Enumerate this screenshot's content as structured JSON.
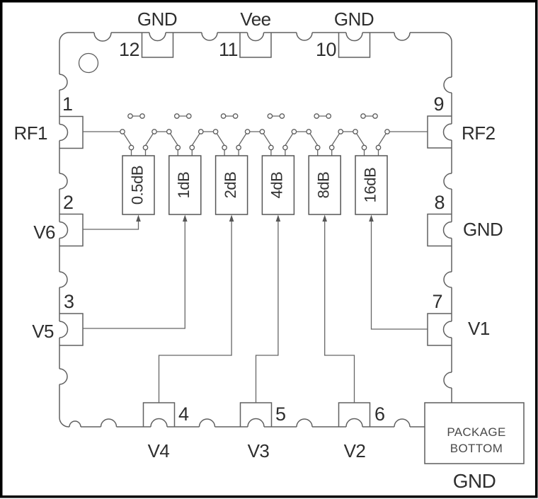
{
  "colors": {
    "background": "#ffffff",
    "frame": "#000000",
    "line": "#606060",
    "text": "#2e2e2e",
    "muted_text": "#4a4a4a"
  },
  "package": {
    "pins": [
      {
        "number": "1",
        "label": "RF1",
        "side": "left"
      },
      {
        "number": "2",
        "label": "V6",
        "side": "left"
      },
      {
        "number": "3",
        "label": "V5",
        "side": "left"
      },
      {
        "number": "4",
        "label": "V4",
        "side": "bottom"
      },
      {
        "number": "5",
        "label": "V3",
        "side": "bottom"
      },
      {
        "number": "6",
        "label": "V2",
        "side": "bottom"
      },
      {
        "number": "7",
        "label": "V1",
        "side": "right"
      },
      {
        "number": "8",
        "label": "GND",
        "side": "right"
      },
      {
        "number": "9",
        "label": "RF2",
        "side": "right"
      },
      {
        "number": "10",
        "label": "GND",
        "side": "top"
      },
      {
        "number": "11",
        "label": "Vee",
        "side": "top"
      },
      {
        "number": "12",
        "label": "GND",
        "side": "top"
      }
    ],
    "attenuator_stages": [
      {
        "label": "0.5dB",
        "control_pin": "V6"
      },
      {
        "label": "1dB",
        "control_pin": "V5"
      },
      {
        "label": "2dB",
        "control_pin": "V4"
      },
      {
        "label": "4dB",
        "control_pin": "V3"
      },
      {
        "label": "8dB",
        "control_pin": "V2"
      },
      {
        "label": "16dB",
        "control_pin": "V1"
      }
    ],
    "package_bottom": {
      "line1": "PACKAGE",
      "line2": "BOTTOM",
      "ground_label": "GND"
    }
  }
}
